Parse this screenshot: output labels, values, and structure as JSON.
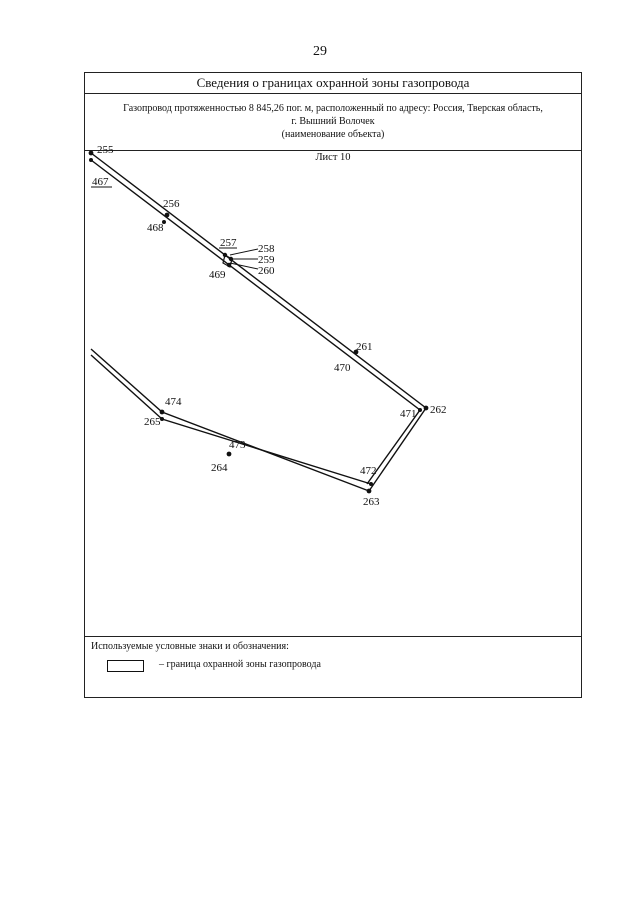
{
  "page": {
    "number": "29"
  },
  "document": {
    "title": "Сведения о границах охранной зоны газопровода",
    "object_lines": [
      "Газопровод протяженностью 8 845,26 пог. м, расположенный по адресу: Россия, Тверская область,",
      "г. Вышний Волочек",
      "(наименование объекта)"
    ],
    "sheet_label": "Лист 10"
  },
  "map": {
    "points": [
      {
        "label": "255"
      },
      {
        "label": "467"
      },
      {
        "label": "256"
      },
      {
        "label": "468"
      },
      {
        "label": "257"
      },
      {
        "label": "258"
      },
      {
        "label": "259"
      },
      {
        "label": "260"
      },
      {
        "label": "469"
      },
      {
        "label": "261"
      },
      {
        "label": "470"
      },
      {
        "label": "262"
      },
      {
        "label": "471"
      },
      {
        "label": "472"
      },
      {
        "label": "263"
      },
      {
        "label": "474"
      },
      {
        "label": "265"
      },
      {
        "label": "473"
      },
      {
        "label": "264"
      }
    ]
  },
  "legend": {
    "heading": "Используемые условные знаки и обозначения:",
    "item_text": "– граница охранной зоны газопровода"
  }
}
